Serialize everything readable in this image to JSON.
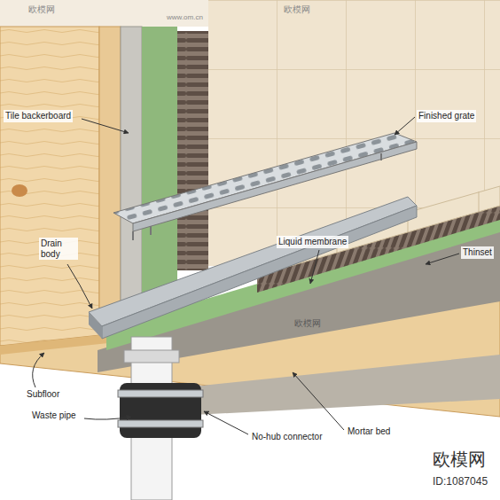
{
  "diagram": {
    "labels": [
      "Tile backerboard",
      "Finished grate",
      "Drain body",
      "Liquid membrane",
      "Thinset",
      "Subfloor",
      "Waste pipe",
      "No-hub connector",
      "Mortar bed",
      "欧模网",
      "ID:1087045",
      "欧模网",
      "www.om.cn",
      "欧模网",
      "欧模网"
    ]
  }
}
